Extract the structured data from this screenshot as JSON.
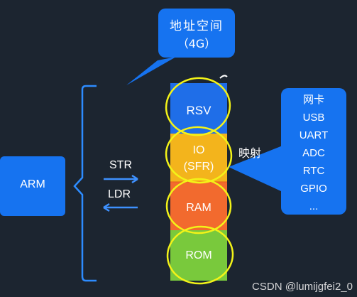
{
  "callout": {
    "title": "地址空间",
    "subtitle": "（4G）"
  },
  "cpu": {
    "label": "ARM"
  },
  "arrows": {
    "store": "STR",
    "load": "LDR"
  },
  "memory_map": {
    "regions": [
      {
        "label": "RSV"
      },
      {
        "label_line1": "IO",
        "label_line2": "(SFR)"
      },
      {
        "label": "RAM"
      },
      {
        "label": "ROM"
      }
    ],
    "colors": {
      "rsv": "#1f6ee8",
      "io": "#f3b41c",
      "ram": "#f26a2e",
      "rom": "#79c93c"
    }
  },
  "mapping_label": "映射",
  "peripherals": {
    "items": [
      "网卡",
      "USB",
      "UART",
      "ADC",
      "RTC",
      "GPIO",
      "..."
    ]
  },
  "watermark": "CSDN @lumijgfei2_0"
}
